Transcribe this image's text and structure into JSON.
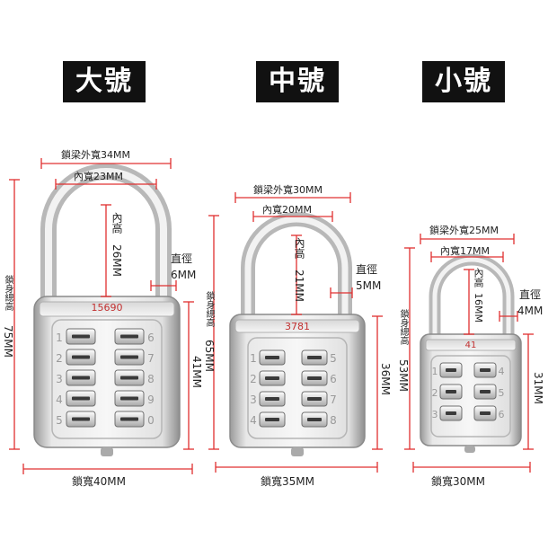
{
  "sizes": {
    "large": {
      "tag": "大號",
      "shackle_outer": "鎖梁外寬34MM",
      "shackle_inner": "內寬23MM",
      "inner_height_label": "內高",
      "inner_height_value": "26MM",
      "diameter_label": "直徑",
      "diameter_value": "6MM",
      "total_height_label": "鎖身總高",
      "total_height_value": "75MM",
      "body_height": "41MM",
      "body_width": "鎖寬40MM",
      "serial": "15690",
      "keys_left": [
        "1",
        "2",
        "3",
        "4",
        "5"
      ],
      "keys_right": [
        "6",
        "7",
        "8",
        "9",
        "0"
      ]
    },
    "medium": {
      "tag": "中號",
      "shackle_outer": "鎖梁外寬30MM",
      "shackle_inner": "內寬20MM",
      "inner_height_label": "內高",
      "inner_height_value": "21MM",
      "diameter_label": "直徑",
      "diameter_value": "5MM",
      "total_height_label": "鎖身總高",
      "total_height_value": "65MM",
      "body_height": "36MM",
      "body_width": "鎖寬35MM",
      "serial": "3781",
      "keys_left": [
        "1",
        "2",
        "3",
        "4"
      ],
      "keys_right": [
        "5",
        "6",
        "7",
        "8"
      ]
    },
    "small": {
      "tag": "小號",
      "shackle_outer": "鎖梁外寬25MM",
      "shackle_inner": "內寬17MM",
      "inner_height_label": "內高",
      "inner_height_value": "16MM",
      "diameter_label": "直徑",
      "diameter_value": "4MM",
      "total_height_label": "鎖身總高",
      "total_height_value": "53MM",
      "body_height": "31MM",
      "body_width": "鎖寬30MM",
      "serial": "41",
      "keys_left": [
        "1",
        "2",
        "3"
      ],
      "keys_right": [
        "4",
        "5",
        "6"
      ]
    }
  },
  "colors": {
    "dimension_line": "#e03030",
    "metal_light": "#f4f4f4",
    "metal_mid": "#cfcfcf",
    "metal_dark": "#8c8c8c",
    "tag_bg": "#111111"
  }
}
